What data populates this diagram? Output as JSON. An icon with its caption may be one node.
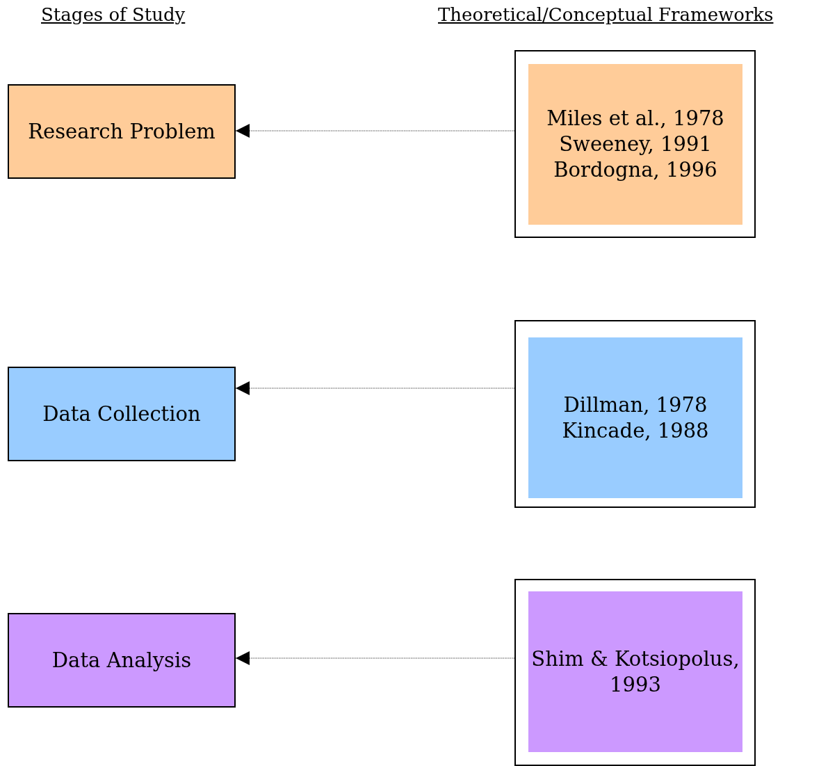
{
  "diagram": {
    "nodes": [
      {
        "text": [
          "Research Problem"
        ]
      },
      {
        "text": [],
        "shape": "box"
      },
      {
        "text": [
          "Miles et al., 1978",
          "Sweeney, 1991",
          "Bordogna, 1996"
        ],
        "in": 1
      },
      {
        "text": [
          "Data Collection"
        ]
      },
      {
        "text": [],
        "shape": "box"
      },
      {
        "text": [
          "Dillman, 1978",
          "Kincade, 1988"
        ],
        "in": 4
      },
      {
        "text": [
          "Data Analysis"
        ]
      },
      {
        "text": [],
        "shape": "box"
      },
      {
        "text": [
          "Shim & Kotsiopolus, 1993"
        ],
        "in": 7
      }
    ],
    "edges": [
      {
        "from": 1,
        "to": 0,
        "arrow": "to",
        "style": "dashed"
      },
      {
        "from": 4,
        "to": 3,
        "arrow": "to",
        "style": "dashed"
      },
      {
        "from": 7,
        "to": 6,
        "arrow": "to",
        "style": "dashed"
      }
    ],
    "labels": [
      "Stages of Study",
      "Theoretical/Conceptual Frameworks"
    ]
  }
}
